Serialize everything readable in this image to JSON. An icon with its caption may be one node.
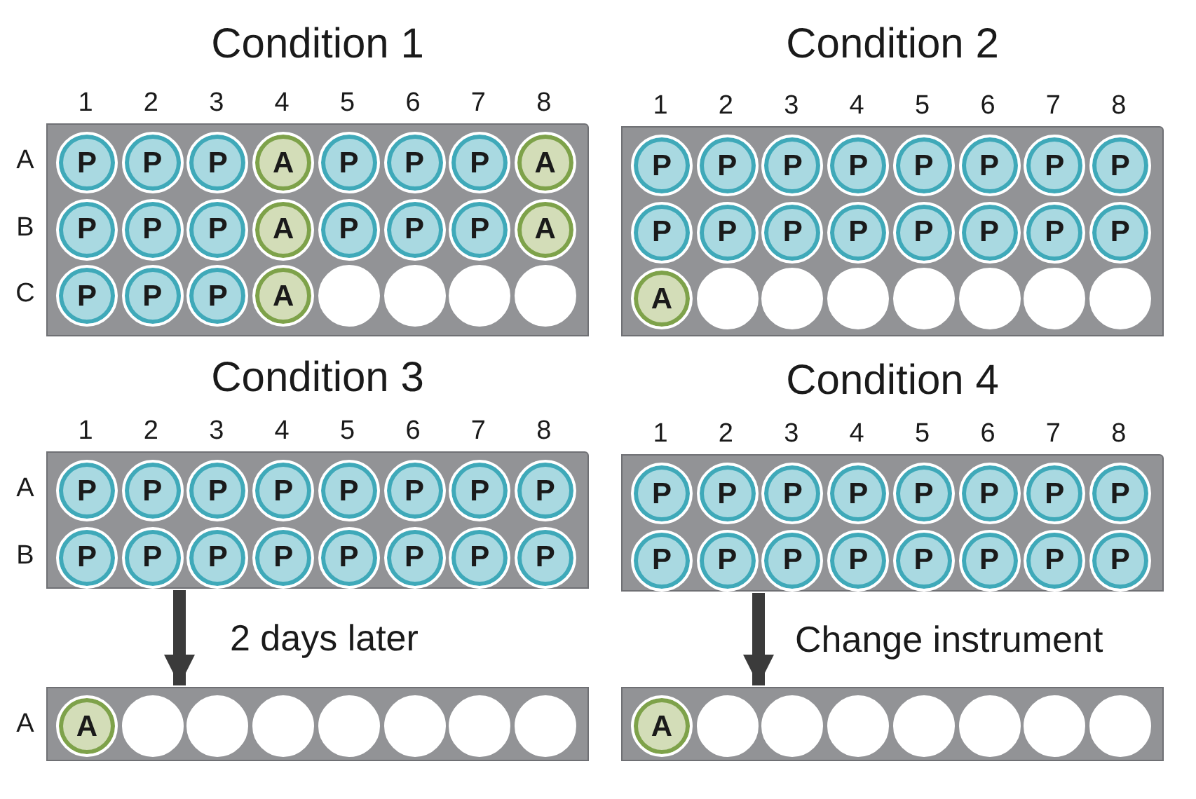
{
  "diagram": {
    "nodes": [
      {
        "text": [
          "Condition 1"
        ]
      },
      {
        "text": [
          "P"
        ],
        "in": 0
      },
      {
        "text": [
          "P"
        ],
        "in": 0
      },
      {
        "text": [
          "P"
        ],
        "in": 0
      },
      {
        "text": [
          "A"
        ],
        "in": 0
      },
      {
        "text": [
          "P"
        ],
        "in": 0
      },
      {
        "text": [
          "P"
        ],
        "in": 0
      },
      {
        "text": [
          "P"
        ],
        "in": 0
      },
      {
        "text": [
          "A"
        ],
        "in": 0
      },
      {
        "text": [
          "P"
        ],
        "in": 0
      },
      {
        "text": [
          "P"
        ],
        "in": 0
      },
      {
        "text": [
          "P"
        ],
        "in": 0
      },
      {
        "text": [
          "A"
        ],
        "in": 0
      },
      {
        "text": [
          "P"
        ],
        "in": 0
      },
      {
        "text": [
          "P"
        ],
        "in": 0
      },
      {
        "text": [
          "P"
        ],
        "in": 0
      },
      {
        "text": [
          "A"
        ],
        "in": 0
      },
      {
        "text": [
          "P"
        ],
        "in": 0
      },
      {
        "text": [
          "P"
        ],
        "in": 0
      },
      {
        "text": [
          "P"
        ],
        "in": 0
      },
      {
        "text": [
          "A"
        ],
        "in": 0
      },
      {
        "text": [],
        "shape": "circle",
        "in": 0
      },
      {
        "text": [],
        "shape": "circle",
        "in": 0
      },
      {
        "text": [],
        "shape": "circle",
        "in": 0
      },
      {
        "text": [],
        "shape": "circle",
        "in": 0
      },
      {
        "text": [
          "Condition 2"
        ]
      },
      {
        "text": [
          "P"
        ],
        "in": 25
      },
      {
        "text": [
          "P"
        ],
        "in": 25
      },
      {
        "text": [
          "P"
        ],
        "in": 25
      },
      {
        "text": [
          "P"
        ],
        "in": 25
      },
      {
        "text": [
          "P"
        ],
        "in": 25
      },
      {
        "text": [
          "P"
        ],
        "in": 25
      },
      {
        "text": [
          "P"
        ],
        "in": 25
      },
      {
        "text": [
          "P"
        ],
        "in": 25
      },
      {
        "text": [
          "P"
        ],
        "in": 25
      },
      {
        "text": [
          "P"
        ],
        "in": 25
      },
      {
        "text": [
          "P"
        ],
        "in": 25
      },
      {
        "text": [
          "P"
        ],
        "in": 25
      },
      {
        "text": [
          "P"
        ],
        "in": 25
      },
      {
        "text": [
          "P"
        ],
        "in": 25
      },
      {
        "text": [
          "P"
        ],
        "in": 25
      },
      {
        "text": [
          "P"
        ],
        "in": 25
      },
      {
        "text": [
          "A"
        ],
        "in": 25
      },
      {
        "text": [],
        "shape": "circle",
        "in": 25
      },
      {
        "text": [],
        "shape": "circle",
        "in": 25
      },
      {
        "text": [],
        "shape": "circle",
        "in": 25
      },
      {
        "text": [],
        "shape": "circle",
        "in": 25
      },
      {
        "text": [],
        "shape": "circle",
        "in": 25
      },
      {
        "text": [],
        "shape": "circle",
        "in": 25
      },
      {
        "text": [],
        "shape": "circle",
        "in": 25
      },
      {
        "text": [
          "Condition 3"
        ]
      },
      {
        "text": [
          "P"
        ],
        "in": 50
      },
      {
        "text": [
          "P"
        ],
        "in": 50
      },
      {
        "text": [
          "P"
        ],
        "in": 50
      },
      {
        "text": [
          "P"
        ],
        "in": 50
      },
      {
        "text": [
          "P"
        ],
        "in": 50
      },
      {
        "text": [
          "P"
        ],
        "in": 50
      },
      {
        "text": [
          "P"
        ],
        "in": 50
      },
      {
        "text": [
          "P"
        ],
        "in": 50
      },
      {
        "text": [
          "P"
        ],
        "in": 50
      },
      {
        "text": [
          "P"
        ],
        "in": 50
      },
      {
        "text": [
          "P"
        ],
        "in": 50
      },
      {
        "text": [
          "P"
        ],
        "in": 50
      },
      {
        "text": [
          "P"
        ],
        "in": 50
      },
      {
        "text": [
          "P"
        ],
        "in": 50
      },
      {
        "text": [
          "P"
        ],
        "in": 50
      },
      {
        "text": [
          "P"
        ],
        "in": 50
      },
      {
        "text": [
          "Condition 4"
        ]
      },
      {
        "text": [
          "P"
        ],
        "in": 67
      },
      {
        "text": [
          "P"
        ],
        "in": 67
      },
      {
        "text": [
          "P"
        ],
        "in": 67
      },
      {
        "text": [
          "P"
        ],
        "in": 67
      },
      {
        "text": [
          "P"
        ],
        "in": 67
      },
      {
        "text": [
          "P"
        ],
        "in": 67
      },
      {
        "text": [
          "P"
        ],
        "in": 67
      },
      {
        "text": [
          "P"
        ],
        "in": 67
      },
      {
        "text": [
          "P"
        ],
        "in": 67
      },
      {
        "text": [
          "P"
        ],
        "in": 67
      },
      {
        "text": [
          "P"
        ],
        "in": 67
      },
      {
        "text": [
          "P"
        ],
        "in": 67
      },
      {
        "text": [
          "P"
        ],
        "in": 67
      },
      {
        "text": [
          "P"
        ],
        "in": 67
      },
      {
        "text": [
          "P"
        ],
        "in": 67
      },
      {
        "text": [
          "P"
        ],
        "in": 67
      },
      {
        "text": [],
        "shape": "box"
      },
      {
        "text": [
          "A"
        ],
        "in": 84
      },
      {
        "text": [],
        "shape": "circle",
        "in": 84
      },
      {
        "text": [],
        "shape": "circle",
        "in": 84
      },
      {
        "text": [],
        "shape": "circle",
        "in": 84
      },
      {
        "text": [],
        "shape": "circle",
        "in": 84
      },
      {
        "text": [],
        "shape": "circle",
        "in": 84
      },
      {
        "text": [],
        "shape": "circle",
        "in": 84
      },
      {
        "text": [],
        "shape": "circle",
        "in": 84
      },
      {
        "text": [],
        "shape": "box"
      },
      {
        "text": [
          "A"
        ],
        "in": 93
      },
      {
        "text": [],
        "shape": "circle",
        "in": 93
      },
      {
        "text": [],
        "shape": "circle",
        "in": 93
      },
      {
        "text": [],
        "shape": "circle",
        "in": 93
      },
      {
        "text": [],
        "shape": "circle",
        "in": 93
      },
      {
        "text": [],
        "shape": "circle",
        "in": 93
      },
      {
        "text": [],
        "shape": "circle",
        "in": 93
      },
      {
        "text": [],
        "shape": "circle",
        "in": 93
      }
    ],
    "edges": [
      {
        "from": 50,
        "to": 84,
        "arrow": "to",
        "label": "2 days later"
      },
      {
        "from": 67,
        "to": 93,
        "arrow": "to",
        "label": "Change instrument"
      }
    ],
    "labels": [
      "1",
      "2",
      "3",
      "4",
      "5",
      "6",
      "7",
      "8",
      "A",
      "B",
      "C",
      "1",
      "2",
      "3",
      "4",
      "5",
      "6",
      "7",
      "8",
      "1",
      "2",
      "3",
      "4",
      "5",
      "6",
      "7",
      "8",
      "A",
      "B",
      "1",
      "2",
      "3",
      "4",
      "5",
      "6",
      "7",
      "8",
      "A"
    ]
  }
}
